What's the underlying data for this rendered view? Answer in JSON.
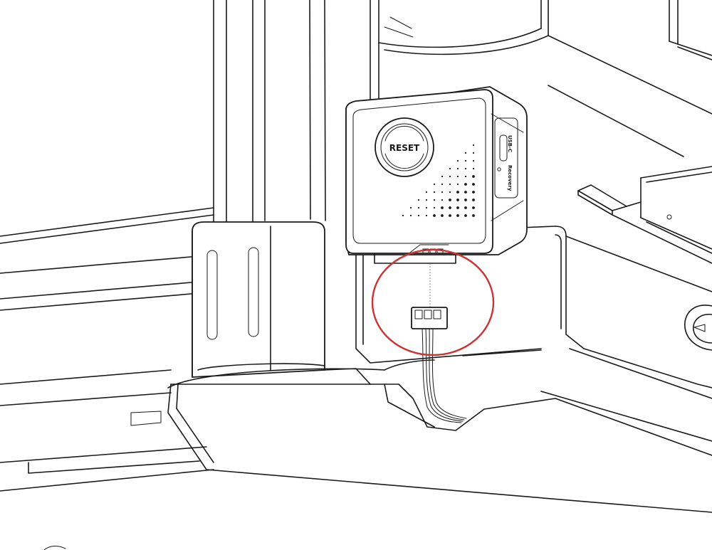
{
  "device": {
    "reset_label": "RESET",
    "port_label": "USB-C",
    "side_label": "Recovery"
  },
  "highlight": {
    "color": "#cc3333"
  }
}
